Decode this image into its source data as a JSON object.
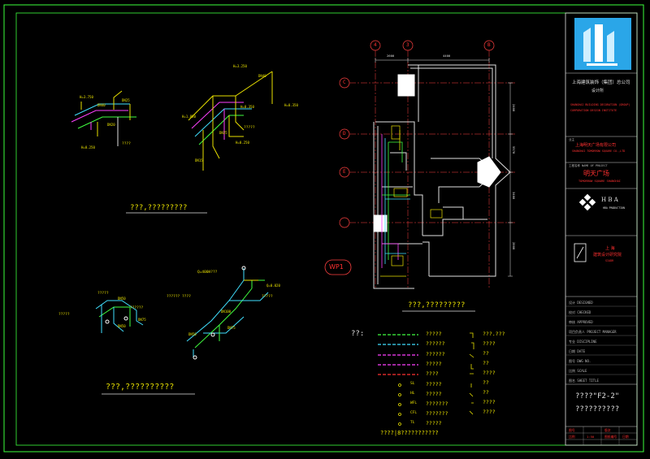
{
  "title_block": {
    "company_cn": "上海建筑装饰（集团）总公司",
    "company_sub": "设计所",
    "company_en1": "SHANGHAI BUILDING DECORATION (GROUP)",
    "company_en2": "CORPORATION DESIGN INSTITUTE",
    "client_label": "业主",
    "client_cn": "上海明天广场有限公司",
    "client_en": "SHANGHAI TOMORROW SQUARE CO.,LTD",
    "project_label": "工程名称 NAME OF PROJECT",
    "project_cn": "明天广场",
    "project_en": "TOMORROW SQUARE SHANGHAI",
    "hba_name": "H B A",
    "hba_sub": "HBA PRODUCTION",
    "institute_cn1": "上 海",
    "institute_cn2": "建筑设计研究院",
    "institute_en": "SIADR",
    "drawing_title": "????\"F2-2\"",
    "drawing_sub": "??????????",
    "rows": [
      "设计 DESIGNED",
      "校对 CHECKED",
      "审核 APPROVED",
      "项目负责人 PROJECT MANAGER",
      "专业 DISCIPLINE",
      "日期 DATE",
      "图号 DWG NO.",
      "比例 SCALE",
      "图名 SHEET TITLE"
    ],
    "bottom_cells": [
      "图号",
      "版次",
      "比例",
      "1:50",
      "图纸编号",
      "日期"
    ]
  },
  "grid_labels": [
    "4",
    "3",
    "B",
    "C",
    "D",
    "E"
  ],
  "wp_label": "WP1",
  "dims": {
    "top1": "2600",
    "top2": "4400",
    "side1": "2400",
    "side2": "5570",
    "side3": "3400",
    "side4": "2800"
  },
  "callouts": {
    "iso1": [
      "H=3.750",
      "DN40",
      "DN25",
      "DN20",
      "H=0.250",
      "????"
    ],
    "iso2": [
      "H=3.250",
      "DN40",
      "H=1.850",
      "H=0.350",
      "H=0.350",
      "DN25",
      "?????",
      "H=0.250",
      "DN15"
    ],
    "iso3": [
      "?????",
      "DN50",
      "??????",
      "?????",
      "DN50",
      "DN75"
    ],
    "iso4": [
      "Q=400H???",
      "Q=0.020",
      "?????? ????",
      "?????",
      "DN50",
      "DN75",
      "DN100"
    ]
  },
  "section_titles": {
    "top_left": "???,?????????",
    "bottom_left": "???,??????????",
    "plan": "???,?????????"
  },
  "legend": {
    "title": "??:",
    "lines": [
      {
        "label": "?????",
        "color": "#40ff40"
      },
      {
        "label": "??????",
        "color": "#40e0ff"
      },
      {
        "label": "??????",
        "color": "#ff40ff"
      },
      {
        "label": "?????",
        "color": "#ff40ff"
      },
      {
        "label": "????",
        "color": "#ff3030"
      }
    ],
    "symbols": [
      {
        "code": "SL",
        "label": "?????"
      },
      {
        "code": "HL",
        "label": "?????"
      },
      {
        "code": "WFL",
        "label": "???????"
      },
      {
        "code": "CFL",
        "label": "???????"
      },
      {
        "code": "TL",
        "label": "?????"
      }
    ],
    "right_items": [
      "???.???",
      "????",
      "??",
      "??",
      "????",
      "??",
      "??",
      "????",
      "????"
    ],
    "note": "????|8???????????"
  }
}
